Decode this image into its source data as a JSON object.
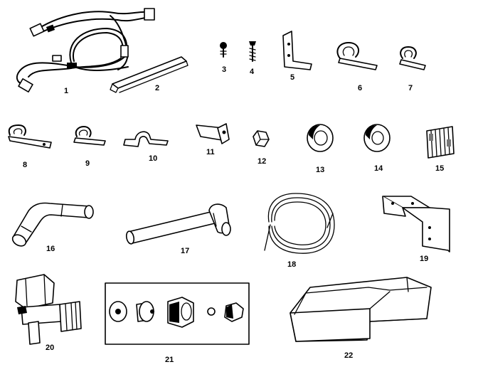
{
  "diagram": {
    "colors": {
      "ink": "#000000",
      "paper": "#ffffff"
    },
    "parts": [
      {
        "label": "1"
      },
      {
        "label": "2"
      },
      {
        "label": "3"
      },
      {
        "label": "4"
      },
      {
        "label": "5"
      },
      {
        "label": "6"
      },
      {
        "label": "7"
      },
      {
        "label": "8"
      },
      {
        "label": "9"
      },
      {
        "label": "10"
      },
      {
        "label": "11"
      },
      {
        "label": "12"
      },
      {
        "label": "13"
      },
      {
        "label": "14"
      },
      {
        "label": "15"
      },
      {
        "label": "16"
      },
      {
        "label": "17"
      },
      {
        "label": "18"
      },
      {
        "label": "19"
      },
      {
        "label": "20"
      },
      {
        "label": "21"
      },
      {
        "label": "22"
      }
    ]
  }
}
